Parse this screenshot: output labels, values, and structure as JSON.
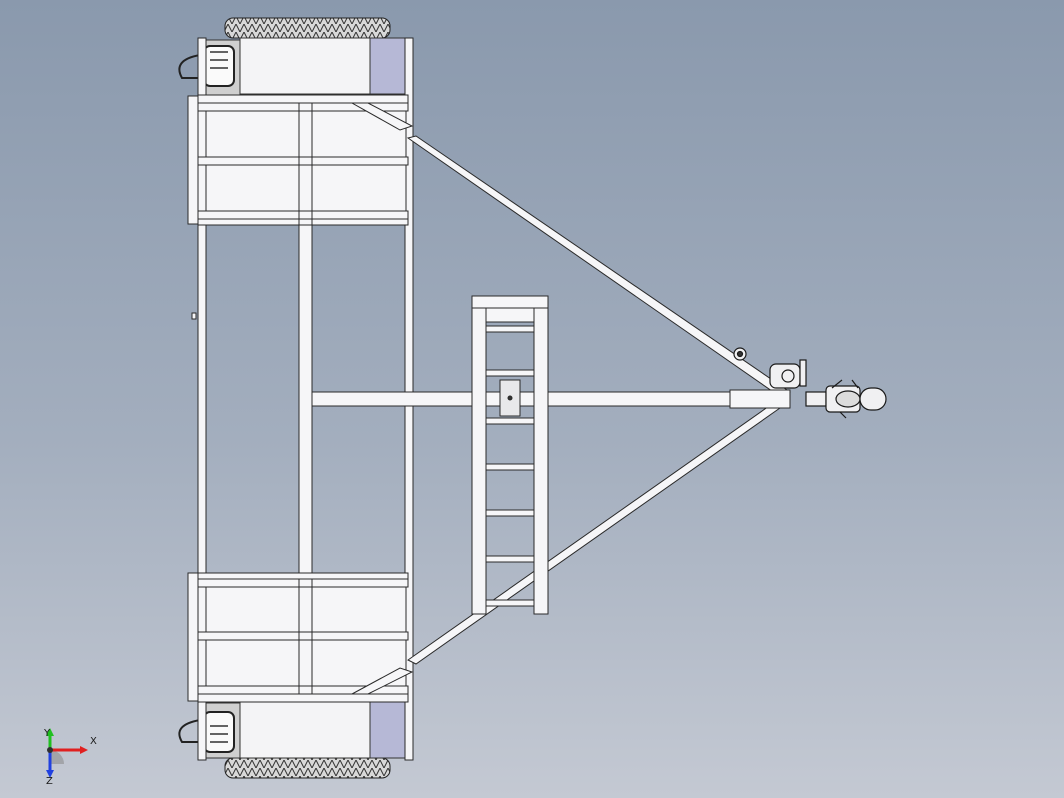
{
  "viewport": {
    "background_top": "#8a99ad",
    "background_bottom": "#c4c9d3",
    "model": "trailer-top-view"
  },
  "triad": {
    "x_label": "X",
    "y_label": "Y",
    "z_label": "Z",
    "x_color": "#e02020",
    "y_color": "#20c020",
    "z_color": "#2040e0"
  }
}
